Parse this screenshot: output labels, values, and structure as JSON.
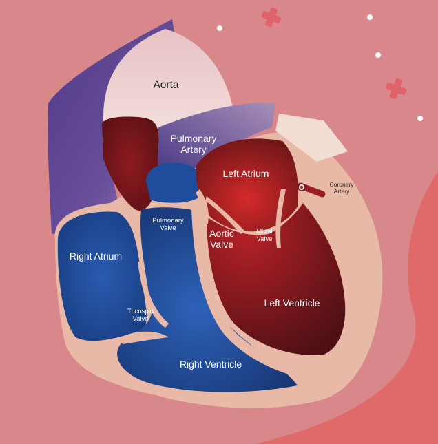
{
  "labels": {
    "aorta": "Aorta",
    "pulmonary_artery_line1": "Pulmonary",
    "pulmonary_artery_line2": "Artery",
    "left_atrium": "Left Atrium",
    "coronary_artery_line1": "Coronary",
    "coronary_artery_line2": "Artery",
    "pulmonary_valve_line1": "Pulmonary",
    "pulmonary_valve_line2": "Valve",
    "aortic_valve_line1": "Aortic",
    "aortic_valve_line2": "Valve",
    "mitral_valve_line1": "Mitral",
    "mitral_valve_line2": "Valve",
    "right_atrium": "Right Atrium",
    "tricuspid_valve_line1": "Tricuspid",
    "tricuspid_valve_line2": "Valve",
    "left_ventricle": "Left Ventricle",
    "right_ventricle": "Right Ventricle"
  },
  "decorations": {
    "background_color": "#d8878a",
    "accent_blob_color": "#e06a6a",
    "cross_icon_color": "#e0626b",
    "dot_color": "#ffffff"
  },
  "colors": {
    "deoxygenated_blood": "#1f4f9e",
    "oxygenated_blood": "#a8212a",
    "tissue": "#e9b9a8",
    "vessel_wall": "#f2ddd3"
  }
}
